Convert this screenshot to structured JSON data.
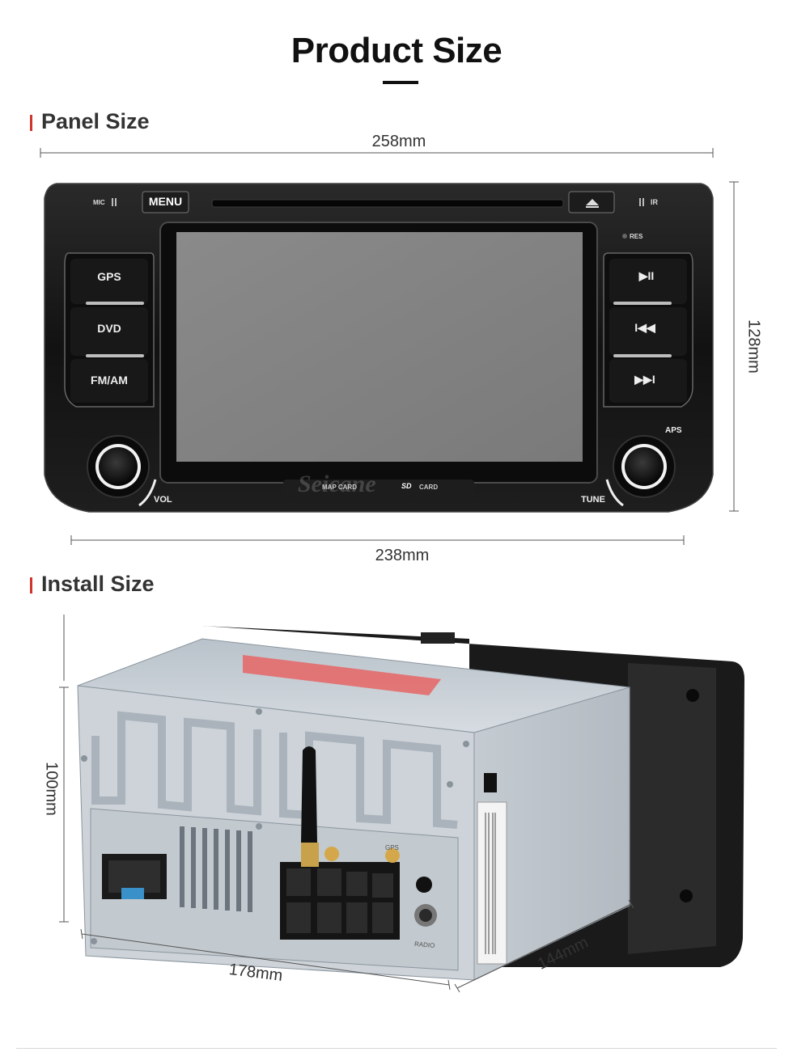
{
  "page": {
    "title": "Product Size"
  },
  "panel_section": {
    "heading": "Panel Size",
    "width_label": "258mm",
    "height_label": "128mm",
    "inner_width_label": "238mm",
    "device": {
      "mic_label": "MIC",
      "menu_label": "MENU",
      "ir_label": "IR",
      "res_label": "RES",
      "aps_label": "APS",
      "vol_label": "VOL",
      "tune_label": "TUNE",
      "left_buttons": [
        "GPS",
        "DVD",
        "FM/AM"
      ],
      "right_buttons": [
        "▶II",
        "I◀◀",
        "▶▶I"
      ],
      "map_card_label": "MAP CARD",
      "sd_card_label": "CARD",
      "sd_logo": "SD",
      "watermark": "Seicane"
    }
  },
  "install_section": {
    "heading": "Install Size",
    "height_label": "100mm",
    "width_label": "178mm",
    "depth_label": "144mm",
    "gps_port_label": "GPS",
    "radio_port_label": "RADIO"
  },
  "colors": {
    "accent": "#d0342c",
    "panel": "#151515",
    "screen": "#808080",
    "chassis": "#c9ced3"
  }
}
